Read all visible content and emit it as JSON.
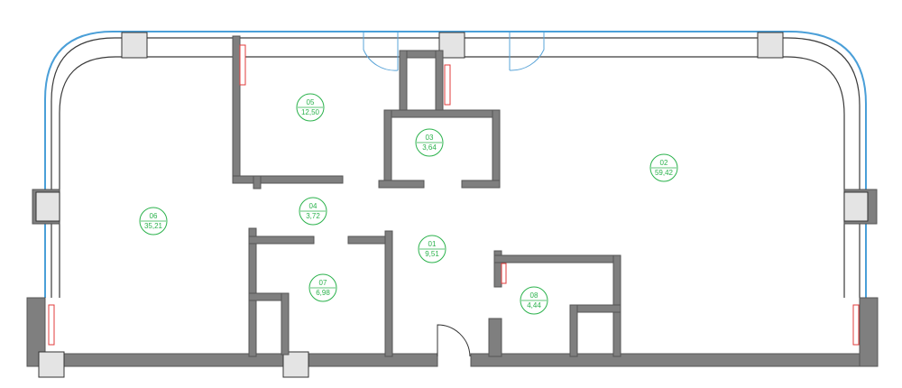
{
  "colors": {
    "wall": "#7f7f7f",
    "glazing": "#4a9fd8",
    "room_label": "#2bb24c",
    "heater": "#e23b3b",
    "column_fill": "#e4e4e4"
  },
  "rooms": [
    {
      "number": "05",
      "area": "12,50"
    },
    {
      "number": "03",
      "area": "3,64"
    },
    {
      "number": "02",
      "area": "59,42"
    },
    {
      "number": "06",
      "area": "35,21"
    },
    {
      "number": "04",
      "area": "3,72"
    },
    {
      "number": "01",
      "area": "9,51"
    },
    {
      "number": "07",
      "area": "6,98"
    },
    {
      "number": "08",
      "area": "4,44"
    }
  ]
}
